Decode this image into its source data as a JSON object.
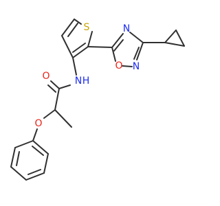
{
  "colors": {
    "bond": "#303030",
    "S": "#c8a400",
    "O": "#e8251b",
    "N": "#1c2cf0",
    "background": "#ffffff"
  },
  "atoms": {
    "S": {
      "label": "S",
      "element": "S"
    },
    "O_ring": {
      "label": "O",
      "element": "O"
    },
    "N_ring_top": {
      "label": "N",
      "element": "N"
    },
    "N_ring_bottom": {
      "label": "N",
      "element": "N"
    },
    "O_carbonyl": {
      "label": "O",
      "element": "O"
    },
    "NH": {
      "label": "N",
      "element": "N"
    },
    "H": {
      "label": "H",
      "element": "N"
    },
    "O_ether": {
      "label": "O",
      "element": "O"
    }
  }
}
